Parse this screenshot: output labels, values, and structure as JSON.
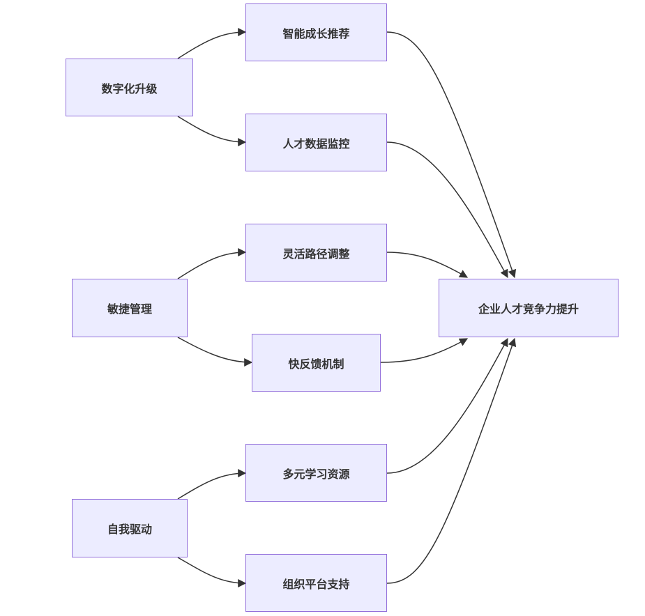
{
  "diagram": {
    "nodes": {
      "digital": "数字化升级",
      "agile": "敏捷管理",
      "self": "自我驱动",
      "smart_growth": "智能成长推荐",
      "talent_data": "人才数据监控",
      "flexible_path": "灵活路径调整",
      "fast_feedback": "快反馈机制",
      "diverse_learning": "多元学习资源",
      "org_support": "组织平台支持",
      "target": "企业人才竞争力提升"
    },
    "edges": [
      [
        "digital",
        "smart_growth"
      ],
      [
        "digital",
        "talent_data"
      ],
      [
        "agile",
        "flexible_path"
      ],
      [
        "agile",
        "fast_feedback"
      ],
      [
        "self",
        "diverse_learning"
      ],
      [
        "self",
        "org_support"
      ],
      [
        "smart_growth",
        "target"
      ],
      [
        "talent_data",
        "target"
      ],
      [
        "flexible_path",
        "target"
      ],
      [
        "fast_feedback",
        "target"
      ],
      [
        "diverse_learning",
        "target"
      ],
      [
        "org_support",
        "target"
      ]
    ]
  },
  "colors": {
    "node_fill": "#ECECFF",
    "node_border": "#9370DB",
    "edge": "#333333",
    "text": "#333333"
  }
}
